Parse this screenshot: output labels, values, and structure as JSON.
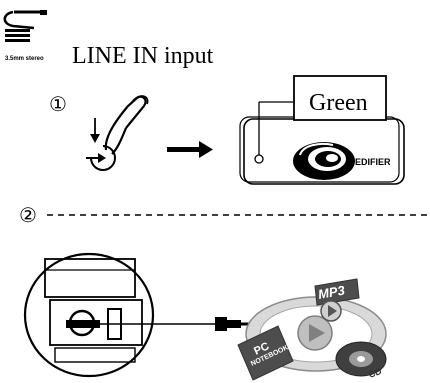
{
  "header": {
    "jack_label": "3.5mm stereo",
    "title": "LINE IN input"
  },
  "steps": [
    {
      "number": "①",
      "color_label": "Green",
      "brand": "EDIFIER"
    },
    {
      "number": "②"
    }
  ],
  "sources": {
    "mp3": "MP3",
    "pc": "PC",
    "notebook": "NOTEBOOK",
    "cd": "CD"
  }
}
